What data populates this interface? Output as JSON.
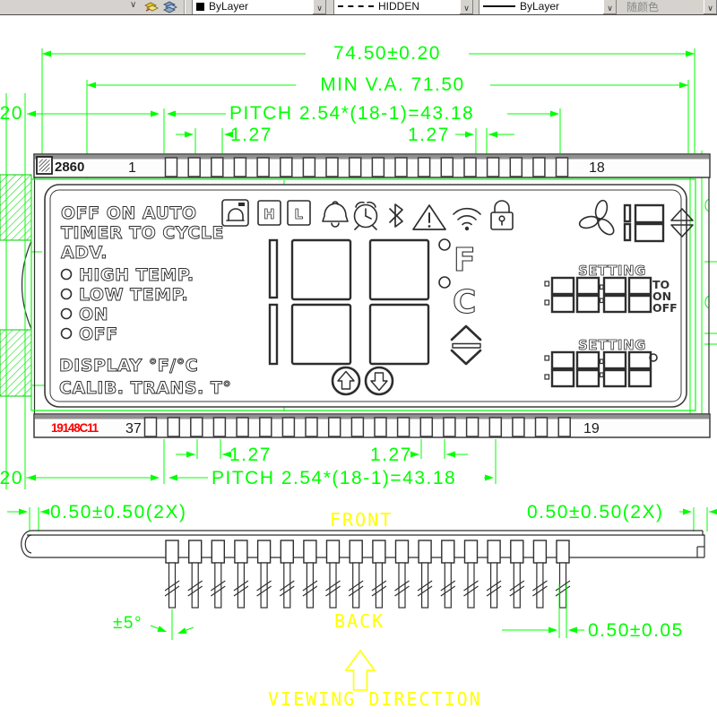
{
  "toolbar": {
    "color_control": "ByLayer",
    "linetype_control": "HIDDEN",
    "lineweight_control": "ByLayer",
    "plot_style_control": "随颜色"
  },
  "dims": {
    "overall_width": "74.50±0.20",
    "min_viewing_area": "MIN V.A. 71.50",
    "pitch_top": "PITCH 2.54*(18-1)=43.18",
    "pitch_bottom": "PITCH 2.54*(18-1)=43.18",
    "half_pitch": "1.27",
    "edge_cut": "20",
    "pin_offset_2x": "0.50±0.50(2X)",
    "pin_thickness": "0.50±0.05",
    "pin_angle": "±5°"
  },
  "strip": {
    "stamp": "2860",
    "part_number": "19148C11",
    "pin_top_first": "1",
    "pin_top_last": "18",
    "pin_bottom_first": "37",
    "pin_bottom_last": "19",
    "pin_count_top": 18,
    "pin_count_bottom": 19,
    "pin_count_side": 18
  },
  "lcd": {
    "mode_lines": [
      "OFF ON AUTO",
      "TIMER TO CYCLE",
      "ADV."
    ],
    "status_labels": [
      "HIGH TEMP.",
      "LOW TEMP.",
      "ON",
      "OFF"
    ],
    "footer_lines": [
      "DISPLAY °F/°C",
      "CALIB. TRANS. T°"
    ],
    "letter_h": "H",
    "letter_l": "L",
    "unit_f": "F",
    "unit_c": "C",
    "setting_label": "SETTING",
    "timer_modes": [
      "TO",
      "ON",
      "OFF"
    ],
    "display_digits": "188",
    "fan_digits": "18",
    "setting_digits": [
      "88:88",
      "88:88"
    ]
  },
  "annotations": {
    "front": "FRONT",
    "back": "BACK",
    "viewing_direction": "VIEWING DIRECTION"
  },
  "colors": {
    "dimension_green": "#00ff00",
    "annotation_yellow": "#ffff00",
    "part_number_red": "#ff0000",
    "line_dark": "#2e2e2e"
  }
}
